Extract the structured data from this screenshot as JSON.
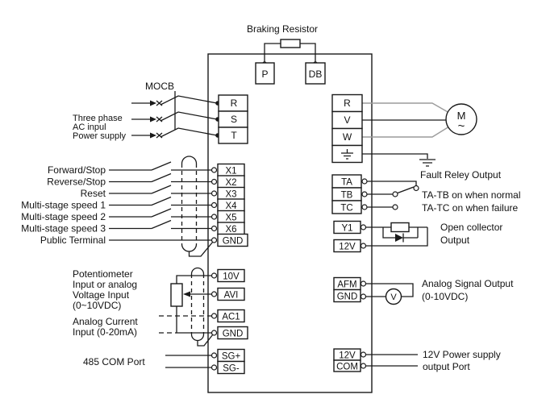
{
  "colors": {
    "line": "#1a1a1a",
    "gray_wire": "#9c9c9c",
    "background": "#ffffff"
  },
  "top": {
    "braking_resistor": "Braking Resistor",
    "terminals": [
      "P",
      "DB"
    ]
  },
  "power_input": {
    "mocb": "MOCB",
    "label_lines": [
      "Three phase",
      "AC inpul",
      "Power supply"
    ],
    "terminals": [
      "R",
      "S",
      "T"
    ]
  },
  "digital_inputs": {
    "labels": [
      "Forward/Stop",
      "Reverse/Stop",
      "Reset",
      "Multi-stage speed 1",
      "Multi-stage speed 2",
      "Multi-stage speed 3",
      "Public Terminal"
    ],
    "terminals": [
      "X1",
      "X2",
      "X3",
      "X4",
      "X5",
      "X6",
      "GND"
    ]
  },
  "analog_inputs": {
    "pot_label_lines": [
      "Potentiometer",
      "Input or analog",
      "Voltage Input",
      "(0~10VDC)"
    ],
    "current_label_lines": [
      "Analog Current",
      "Input (0-20mA)"
    ],
    "terminals": [
      "10V",
      "AVI",
      "AC1",
      "GND"
    ]
  },
  "comm": {
    "label": "485 COM Port",
    "terminals": [
      "SG+",
      "SG-"
    ]
  },
  "power_output": {
    "terminals": [
      "R",
      "V",
      "W"
    ],
    "motor": "M",
    "motor_sine": "~"
  },
  "fault_relay": {
    "terminals": [
      "TA",
      "TB",
      "TC"
    ],
    "title": "Fault Reley Output",
    "line1": "TA-TB on when normal",
    "line2": "TA-TC on when failure"
  },
  "open_collector": {
    "terminals": [
      "Y1",
      "12V"
    ],
    "label_lines": [
      "Open collector",
      "Output"
    ]
  },
  "analog_output": {
    "terminals": [
      "AFM",
      "GND"
    ],
    "meter": "V",
    "label_lines": [
      "Analog Signal Output",
      "(0-10VDC)"
    ]
  },
  "power_supply_out": {
    "terminals": [
      "12V",
      "COM"
    ],
    "label_lines": [
      "12V Power supply",
      "output Port"
    ]
  },
  "icons": {
    "earth_output_terminal": "earth-ground-icon",
    "protective_earth": "earth-ground-icon",
    "shielded_cable": "shield-capsule-icon",
    "potentiometer": "potentiometer-icon",
    "diode": "diode-icon",
    "braking_resistor": "resistor-icon",
    "load_resistor": "resistor-icon",
    "motor": "motor-circle-icon",
    "voltmeter": "voltmeter-circle-icon"
  }
}
